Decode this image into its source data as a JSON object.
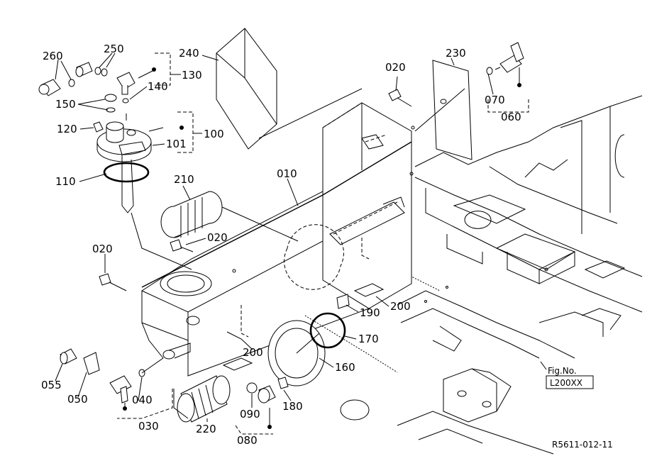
{
  "labels": {
    "p260": "260",
    "p250": "250",
    "p240": "240",
    "p230": "230",
    "p130": "130",
    "p140": "140",
    "p150": "150",
    "p120": "120",
    "p100": "100",
    "p101": "101",
    "p110": "110",
    "p210": "210",
    "p010": "010",
    "p020_top": "020",
    "p020_mid": "020",
    "p020_left": "020",
    "p070": "070",
    "p060": "060",
    "p190": "190",
    "p200_right": "200",
    "p170": "170",
    "p200_low": "200",
    "p160": "160",
    "p055": "055",
    "p050": "050",
    "p040": "040",
    "p030": "030",
    "p220": "220",
    "p090": "090",
    "p080": "080",
    "p180": "180"
  },
  "fig_box": {
    "line1": "Fig.No.",
    "line2": "L200XX"
  },
  "drawing_code": "R5611-012-11"
}
